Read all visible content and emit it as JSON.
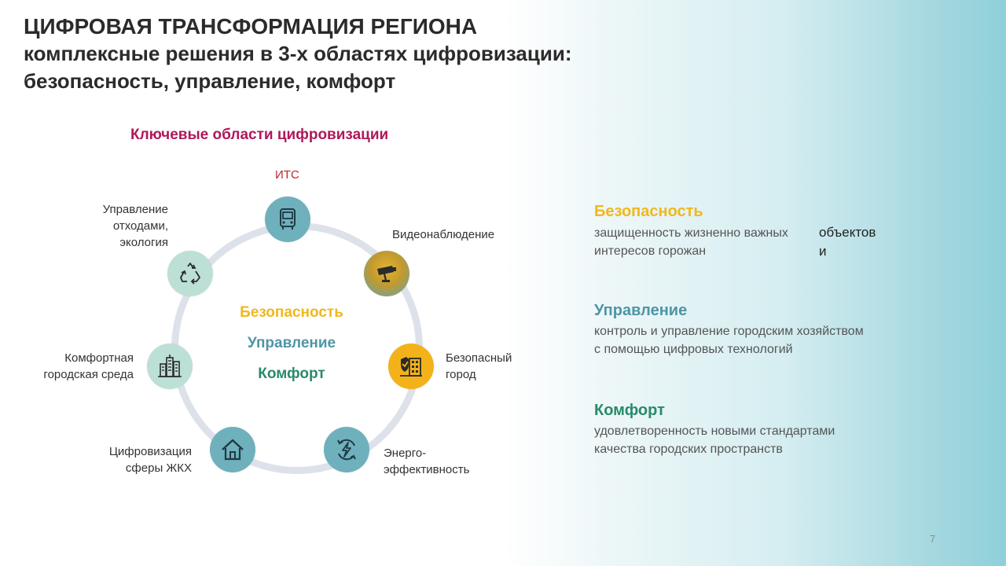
{
  "title": {
    "line1": "ЦИФРОВАЯ ТРАНСФОРМАЦИЯ РЕГИОНА",
    "line2": "комплексные решения в 3-х областях цифровизации:",
    "line3": "безопасность, управление, комфорт"
  },
  "diagram": {
    "heading": "Ключевые области цифровизации",
    "center": {
      "safety": "Безопасность",
      "management": "Управление",
      "comfort": "Комфорт"
    },
    "nodes": [
      {
        "id": "its",
        "label": "ИТС",
        "icon": "bus-icon"
      },
      {
        "id": "video",
        "label": "Видеонаблюдение",
        "icon": "camera-icon"
      },
      {
        "id": "safe-city",
        "label_lines": [
          "Безопасный",
          "город"
        ],
        "icon": "shield-building-icon"
      },
      {
        "id": "energy",
        "label_lines": [
          "Энерго-",
          "эффективность"
        ],
        "icon": "energy-cycle-icon"
      },
      {
        "id": "housing",
        "label_lines": [
          "Цифровизация",
          "сферы ЖКХ"
        ],
        "icon": "house-icon"
      },
      {
        "id": "urban",
        "label_lines": [
          "Комфортная",
          "городская среда"
        ],
        "icon": "city-buildings-icon"
      },
      {
        "id": "waste",
        "label_lines": [
          "Управление",
          "отходами,",
          "экология"
        ],
        "icon": "recycle-icon"
      }
    ]
  },
  "side": {
    "safety": {
      "title": "Безопасность",
      "desc_lines": [
        "защищенность жизненно важных",
        "интересов горожан"
      ],
      "extra_lines": [
        "объектов",
        "и"
      ]
    },
    "management": {
      "title": "Управление",
      "desc_lines": [
        "контроль и управление городским хозяйством",
        "с помощью цифровых технологий"
      ]
    },
    "comfort": {
      "title": "Комфорт",
      "desc_lines": [
        "удовлетворенность новыми стандартами",
        "качества городских пространств"
      ]
    }
  },
  "page_number": "7",
  "colors": {
    "safety": "#f0b81c",
    "management": "#4e95a6",
    "comfort": "#2a8a69",
    "heading": "#b0175a",
    "its_label": "#c1272d",
    "ring": "#dde2ea"
  }
}
